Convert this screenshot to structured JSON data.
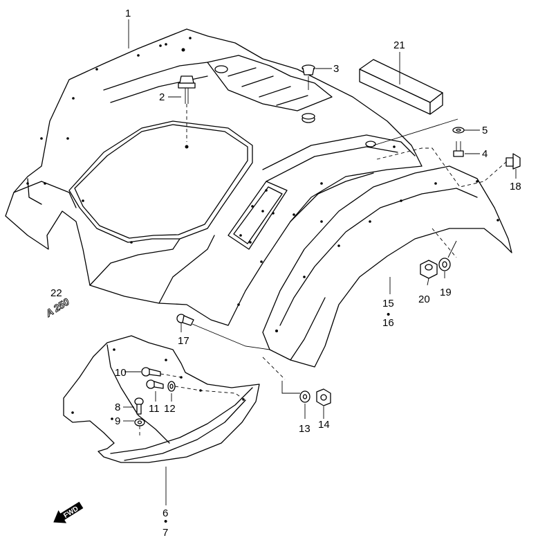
{
  "callouts": {
    "c1": "1",
    "c2": "2",
    "c3": "3",
    "c4": "4",
    "c5": "5",
    "c6": "6",
    "c6dot": "•",
    "c7": "7",
    "c8": "8",
    "c9": "9",
    "c10": "10",
    "c11": "11",
    "c12": "12",
    "c13": "13",
    "c14": "14",
    "c15": "15",
    "c15dot": "•",
    "c16": "16",
    "c17": "17",
    "c18": "18",
    "c19": "19",
    "c20": "20",
    "c21": "21",
    "c22": "22"
  },
  "emblem_text": "A 250",
  "fwd_arrow": {
    "label": "FWD"
  },
  "icons": {
    "fwd": "fwd-arrow-icon"
  }
}
